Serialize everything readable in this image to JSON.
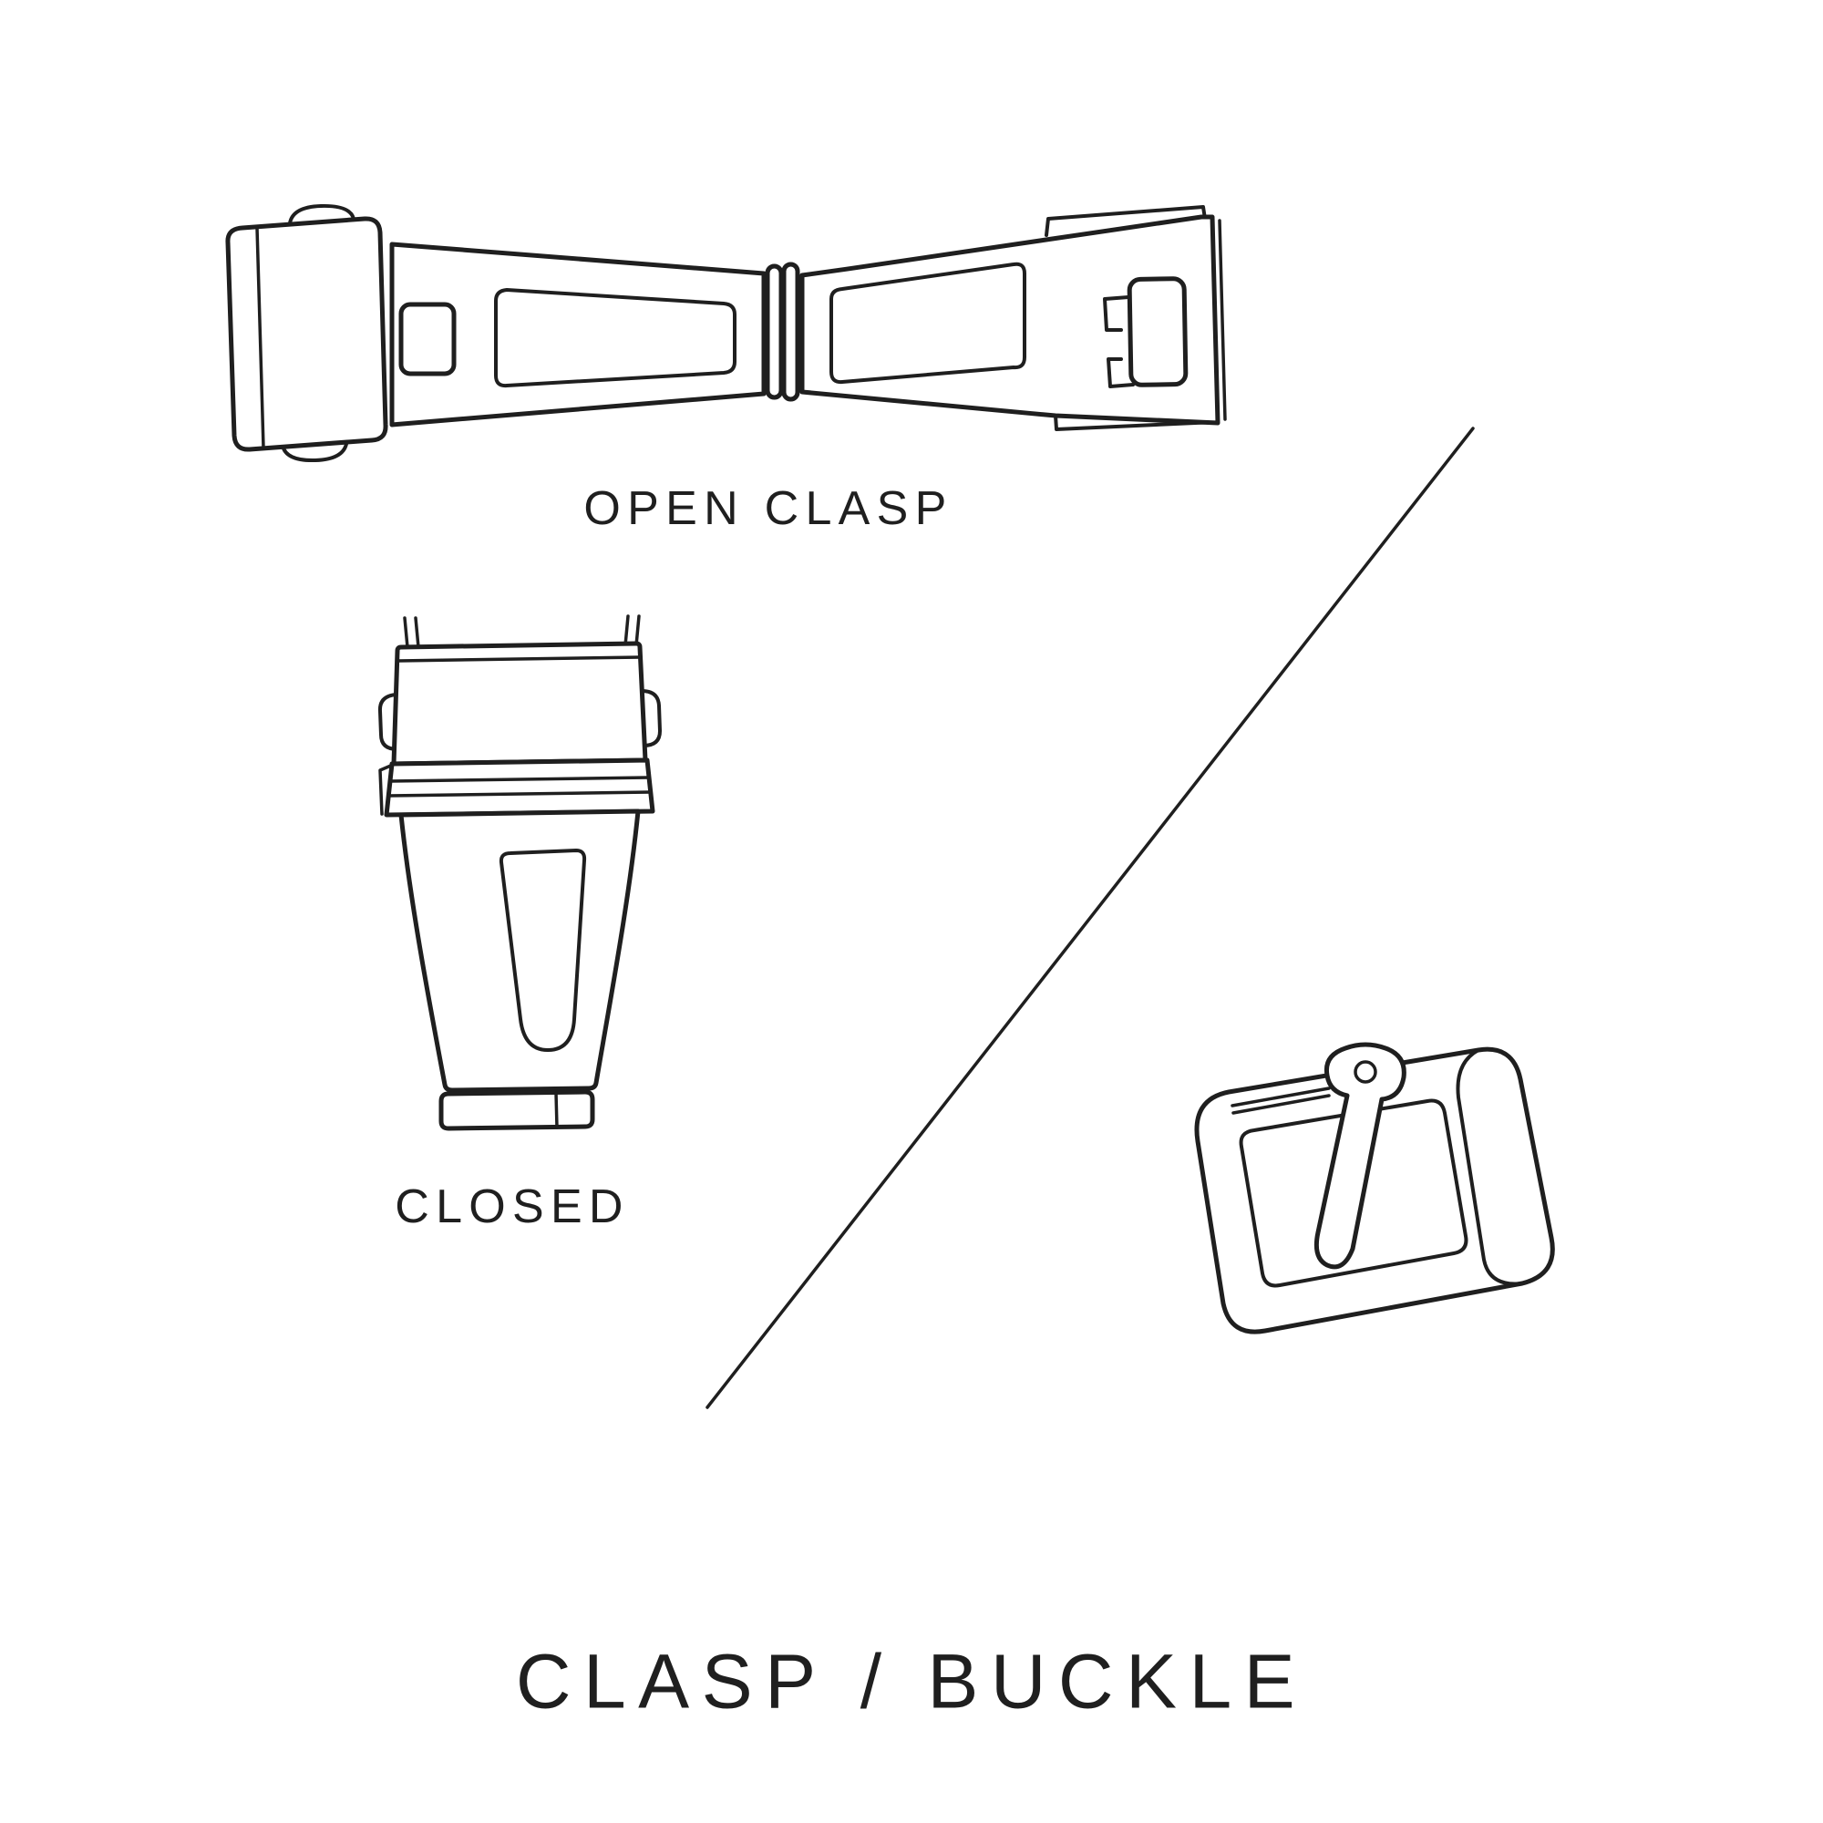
{
  "page": {
    "title": "CLASP / BUCKLE"
  },
  "figures": {
    "open_clasp": {
      "label": "OPEN CLASP",
      "icon": "open-deployant-clasp-illustration"
    },
    "closed_clasp": {
      "label": "CLOSED",
      "icon": "closed-deployant-clasp-illustration"
    },
    "buckle": {
      "icon": "tang-buckle-illustration"
    },
    "divider": {
      "icon": "diagonal-divider-line"
    }
  },
  "colors": {
    "background": "#ffffff",
    "line": "#1f1f1f",
    "text": "#1f1f1f"
  }
}
